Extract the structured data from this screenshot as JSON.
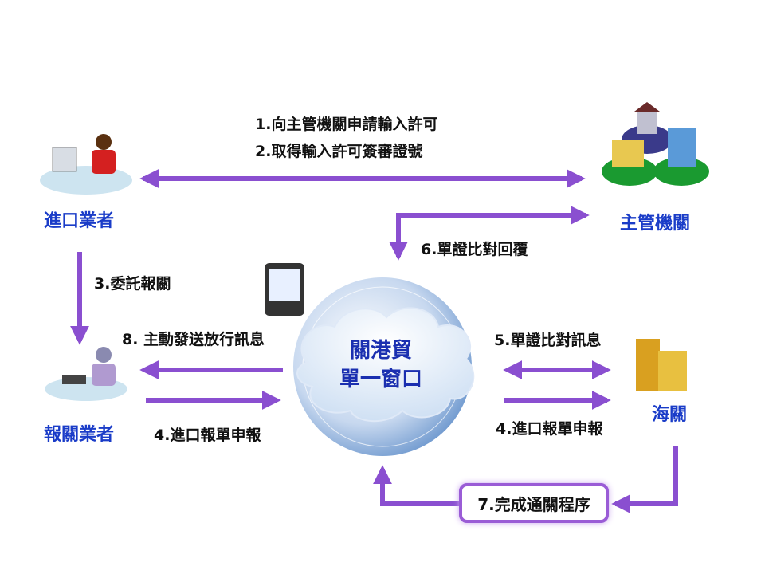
{
  "center": {
    "line1": "關港貿",
    "line2": "單一窗口"
  },
  "actors": {
    "importer": "進口業者",
    "authority": "主管機關",
    "broker": "報關業者",
    "customs": "海關"
  },
  "steps": {
    "s1": "1.向主管機關申請輸入許可",
    "s2": "2.取得輸入許可簽審證號",
    "s3": "3.委託報關",
    "s4a": "4.進口報單申報",
    "s4b": "4.進口報單申報",
    "s5": "5.單證比對訊息",
    "s6": "6.單證比對回覆",
    "s7": "7.完成通關程序",
    "s8": "8. 主動發送放行訊息"
  },
  "colors": {
    "arrow": "#8a4fd0",
    "actor_label": "#1a3cc8"
  }
}
